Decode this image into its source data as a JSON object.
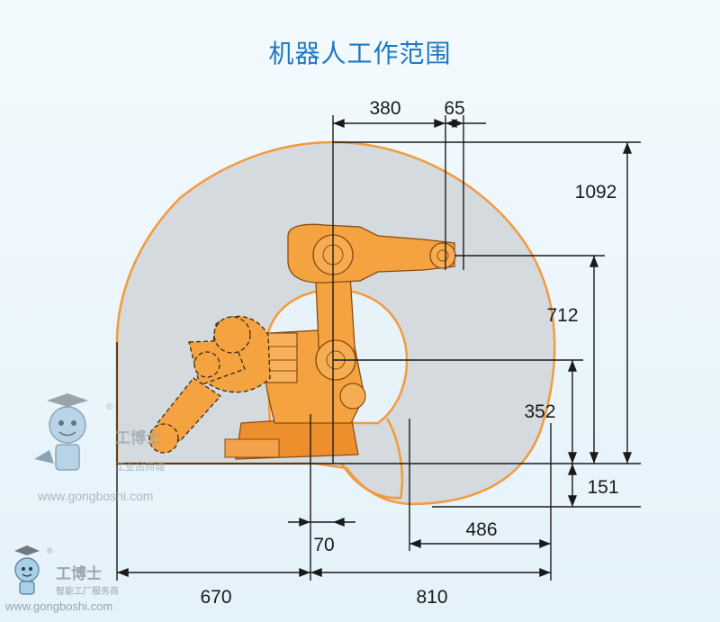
{
  "page": {
    "title": "机器人工作范围"
  },
  "dimensions": {
    "top_horizontal_1": "380",
    "top_horizontal_2": "65",
    "vertical_total": "1092",
    "vertical_mid": "712",
    "vertical_low": "352",
    "vertical_below_base": "151",
    "horizontal_inner_reach": "486",
    "base_offset": "70",
    "rear_reach": "670",
    "front_reach": "810"
  },
  "watermark": {
    "logo_text_top": "工博士",
    "subtitle_top": "工业品商城",
    "url_top": "www.gongboshi.com",
    "logo_text_bottom": "工博士",
    "subtitle_bottom": "智能工厂服务商",
    "url_bottom": "www.gongboshi.com",
    "registered_mark": "®"
  },
  "colors": {
    "title_blue": "#1d78c3",
    "envelope_orange": "#f39a3c",
    "envelope_fill": "#d7dde0",
    "robot_orange": "#f4a340",
    "robot_dark": "#e08a22",
    "line_black": "#1a1a1a"
  }
}
